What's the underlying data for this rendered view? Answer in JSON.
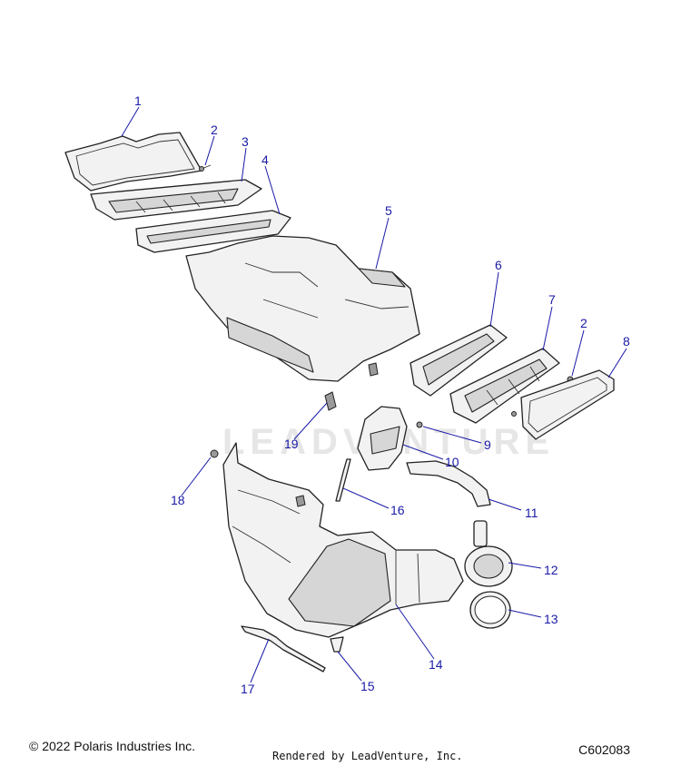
{
  "watermark": "LEADVENTURE",
  "footer": {
    "copyright": "© 2022 Polaris Industries Inc.",
    "rendered_by": "Rendered by LeadVenture, Inc.",
    "diagram_code": "C602083"
  },
  "callouts": {
    "c1": "1",
    "c2a": "2",
    "c2b": "2",
    "c3": "3",
    "c4": "4",
    "c5": "5",
    "c6": "6",
    "c7": "7",
    "c8": "8",
    "c9": "9",
    "c10": "10",
    "c11": "11",
    "c12": "12",
    "c13": "13",
    "c14": "14",
    "c15": "15",
    "c16": "16",
    "c17": "17",
    "c18": "18",
    "c19": "19"
  },
  "colors": {
    "callout": "#1a1aa8",
    "outline": "#222222",
    "fill": "#f2f2f2"
  }
}
